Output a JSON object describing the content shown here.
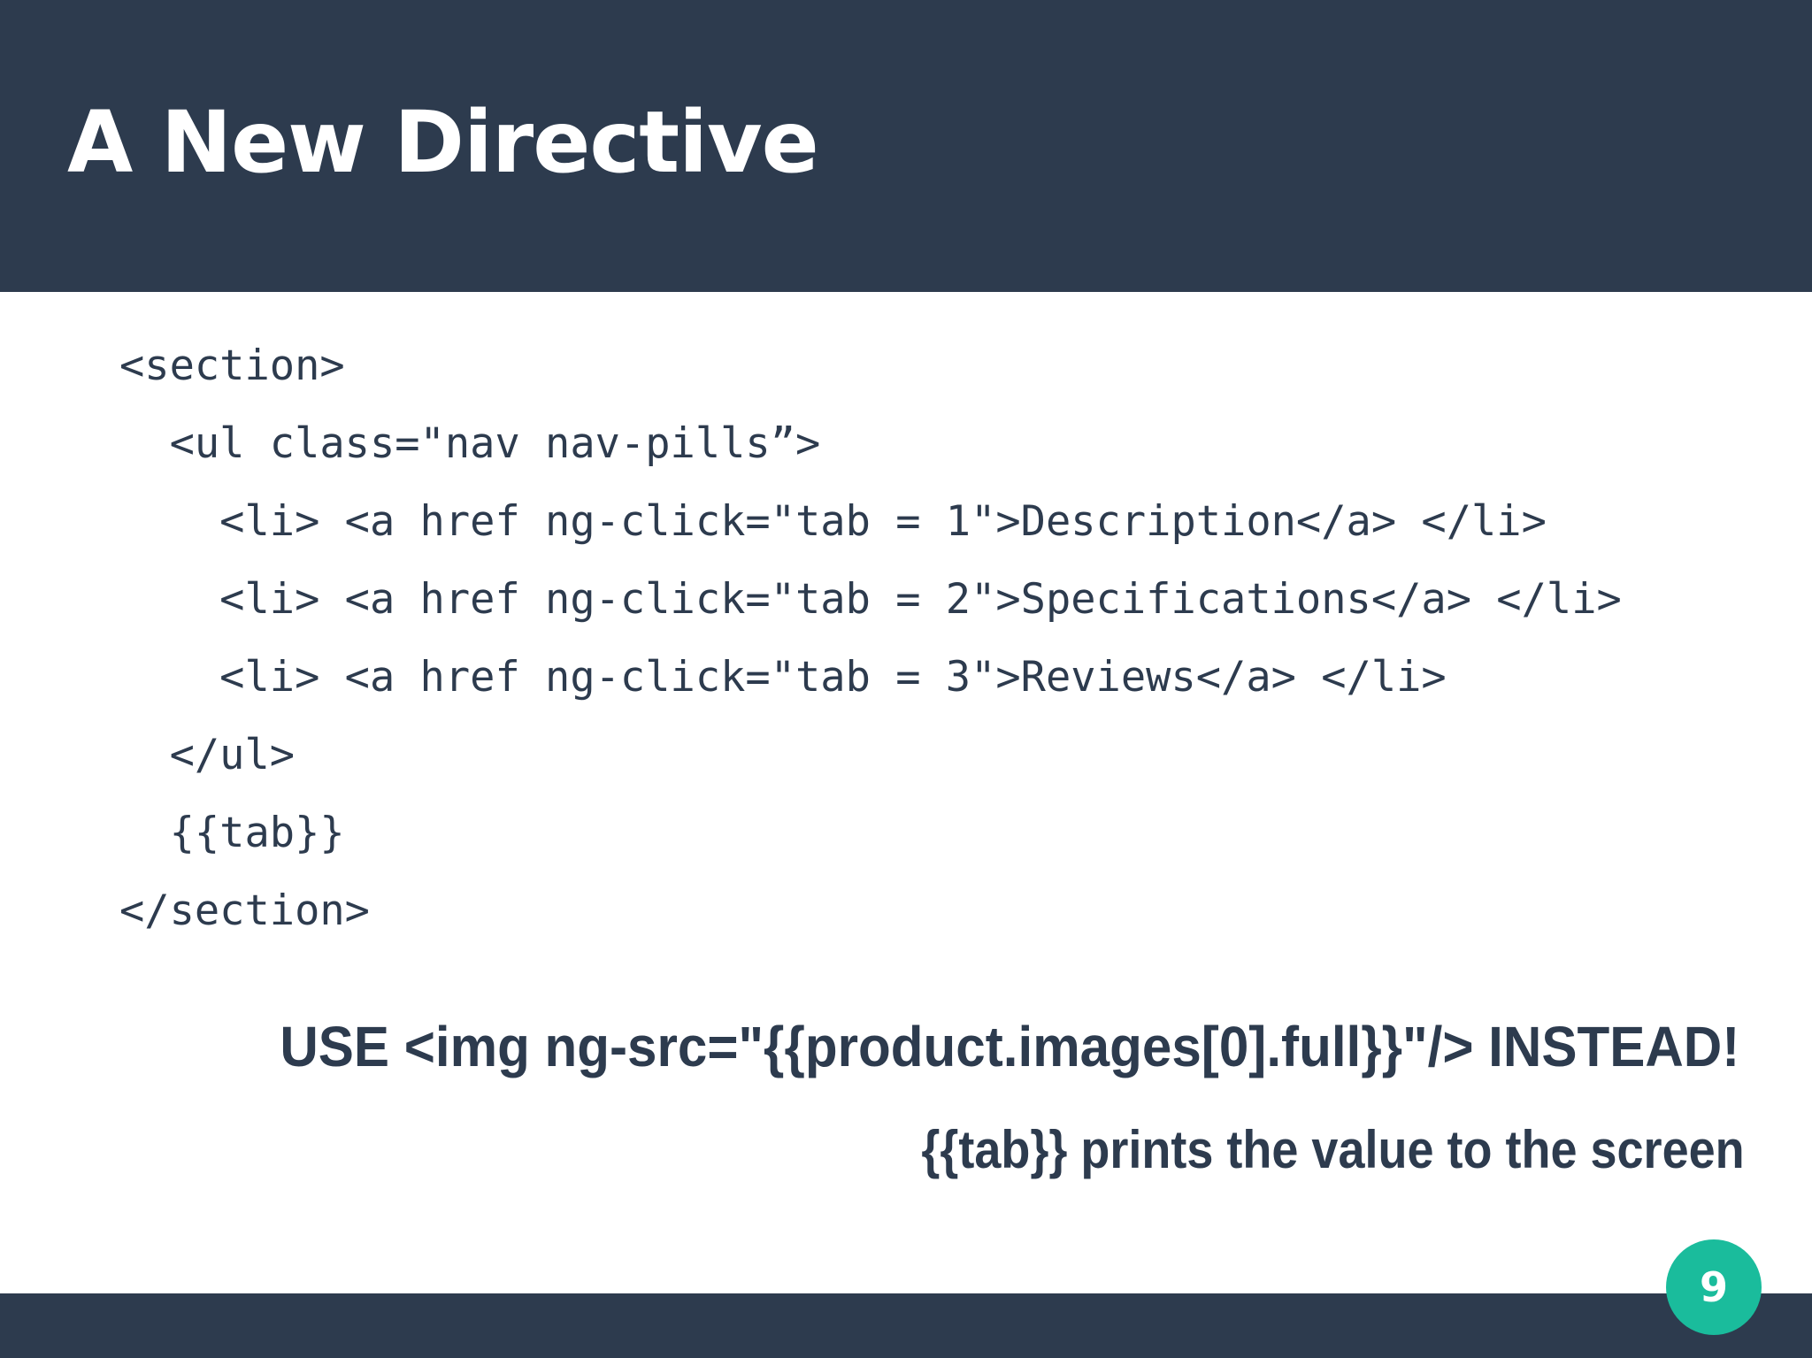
{
  "slide": {
    "title": "A New Directive",
    "code_lines": [
      "<section>",
      "  <ul class=\"nav nav-pills”>",
      "    <li> <a href ng-click=\"tab = 1\">Description</a> </li>",
      "    <li> <a href ng-click=\"tab = 2\">Specifications</a> </li>",
      "    <li> <a href ng-click=\"tab = 3\">Reviews</a> </li>",
      "  </ul>",
      "  {{tab}}",
      "</section>"
    ],
    "callouts": [
      "USE <img ng-src=\"{{product.images[0].full}}\"/> INSTEAD!",
      "{{tab}} prints the value to the screen"
    ],
    "page_number": "9"
  },
  "colors": {
    "header_background": "#2d3b4e",
    "text": "#2d3b4e",
    "page_badge": "#1abc9c"
  }
}
